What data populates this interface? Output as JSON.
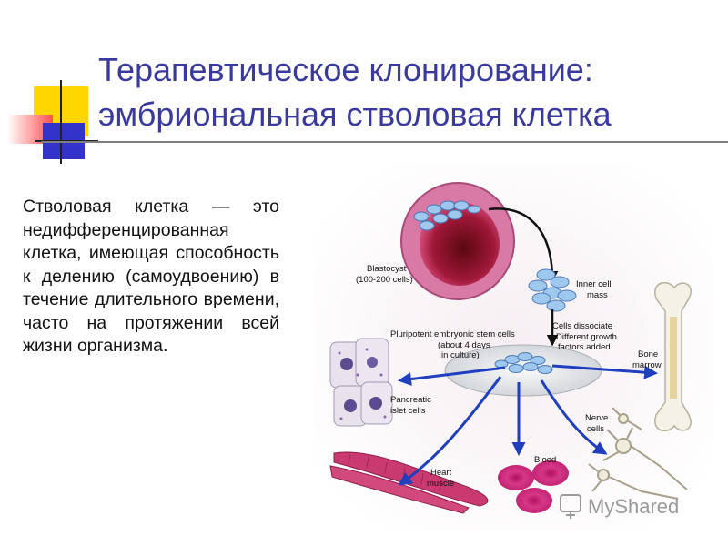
{
  "title": {
    "line1": "Терапевтическое клонирование:",
    "line2": "эмбриональная стволовая клетка"
  },
  "body_text": "Стволовая клетка — это недифференцированная клетка, имеющая способность к делению (самоудвоению) в течение длительного времени, часто на протяжении всей жизни организма.",
  "diagram": {
    "blastocyst": [
      "Blastocyst",
      "(100-200 cells)"
    ],
    "inner_cell_mass": [
      "Inner cell",
      "mass"
    ],
    "cells_dissociate": [
      "Cells dissociate",
      "Different growth",
      "factors added"
    ],
    "pluripotent": [
      "Pluripotent embryonic stem cells",
      "(about 4 days",
      "in culture)"
    ],
    "bone_marrow": [
      "Bone",
      "marrow"
    ],
    "pancreatic": [
      "Pancreatic",
      "islet cells"
    ],
    "nerve": [
      "Nerve",
      "cells"
    ],
    "blood": "Blood",
    "heart_muscle": [
      "Heart",
      "muscle"
    ]
  },
  "watermark": "MyShared",
  "colors": {
    "title": "#3a3a9e",
    "arrow": "#1f3fbf",
    "deco_yellow": "#ffd700",
    "deco_red": "#ff4a4a",
    "deco_blue": "#3333cc"
  }
}
